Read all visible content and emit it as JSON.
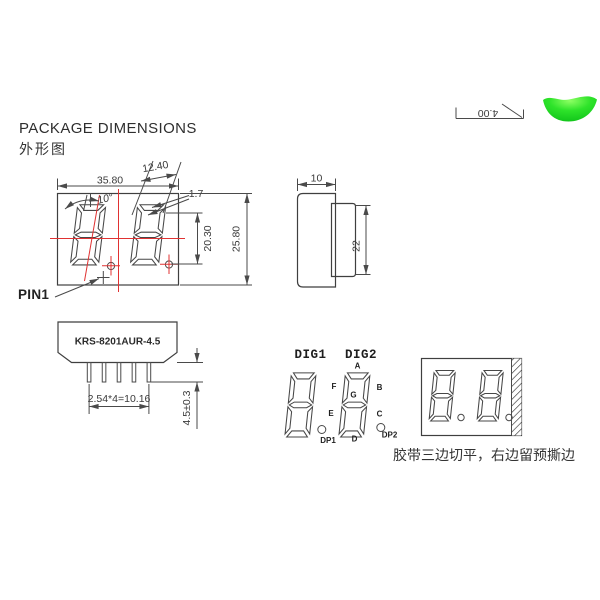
{
  "header": {
    "title": "PACKAGE DIMENSIONS",
    "subtitle": "外形图"
  },
  "front_view": {
    "overall_width": "35.80",
    "digit_width": "12.40",
    "digit_tilt": "10°",
    "segment_width": "1.7",
    "char_height": "20.30",
    "overall_height": "25.80",
    "pin1_label": "PIN1"
  },
  "side_view": {
    "depth": "10",
    "face_height": "22"
  },
  "bottom_view": {
    "part_number": "KRS-8201AUR-4.5",
    "pin_pitch": "2.54*4=10.16",
    "pin_length": "4.5±0.3"
  },
  "segment_diagram": {
    "dig1_label": "DIG1",
    "dig2_label": "DIG2",
    "seg_a": "A",
    "seg_b": "B",
    "seg_c": "C",
    "seg_d": "D",
    "seg_e": "E",
    "seg_f": "F",
    "seg_g": "G",
    "dp1": "DP1",
    "dp2": "DP2"
  },
  "tape_view": {
    "note": "胶带三边切平，右边留预撕边"
  },
  "fragment": {
    "dimension": "4.00"
  },
  "colors": {
    "line": "#4a4a4a",
    "red": "#e03232",
    "green": "#2de32d"
  }
}
